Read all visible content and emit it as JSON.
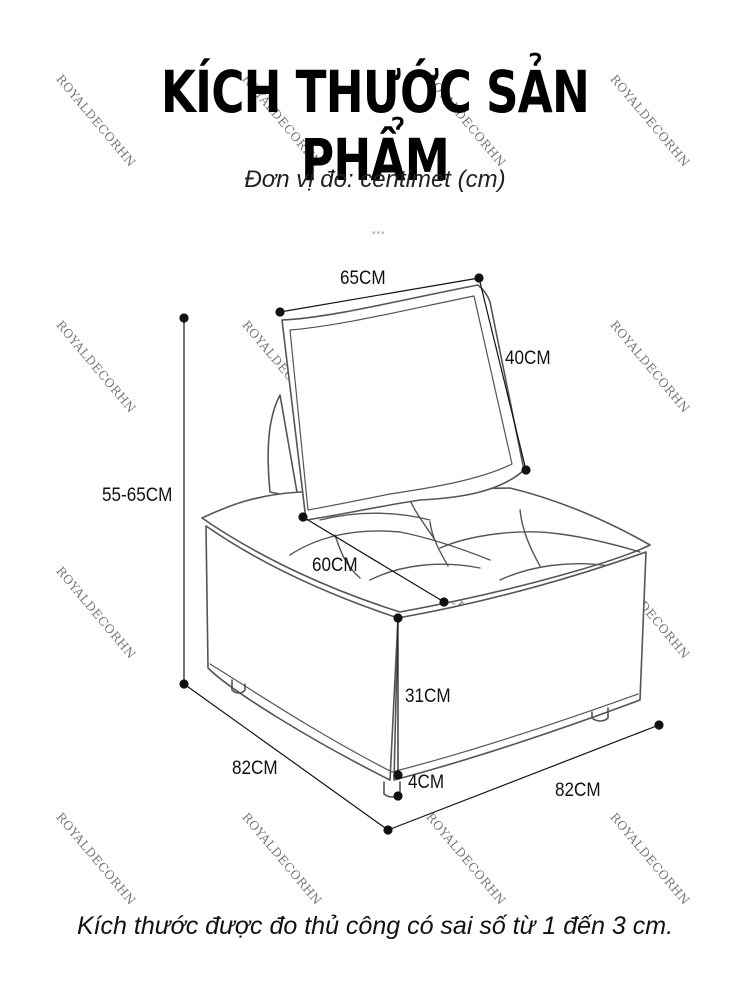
{
  "header": {
    "title": "KÍCH THƯỚC SẢN PHẨM",
    "subtitle": "Đơn vị đo: centimet (cm)",
    "dots": "•••"
  },
  "watermark": {
    "text": "ROYALDECORHN"
  },
  "dimensions": {
    "backrest_width": "65CM",
    "backrest_height": "40CM",
    "total_height": "55-65CM",
    "seat_depth": "60CM",
    "seat_height": "31CM",
    "leg_height": "4CM",
    "side_depth": "82CM",
    "front_width": "82CM"
  },
  "footer": {
    "note": "Kích thước được đo thủ công có sai số từ 1 đến 3 cm."
  }
}
